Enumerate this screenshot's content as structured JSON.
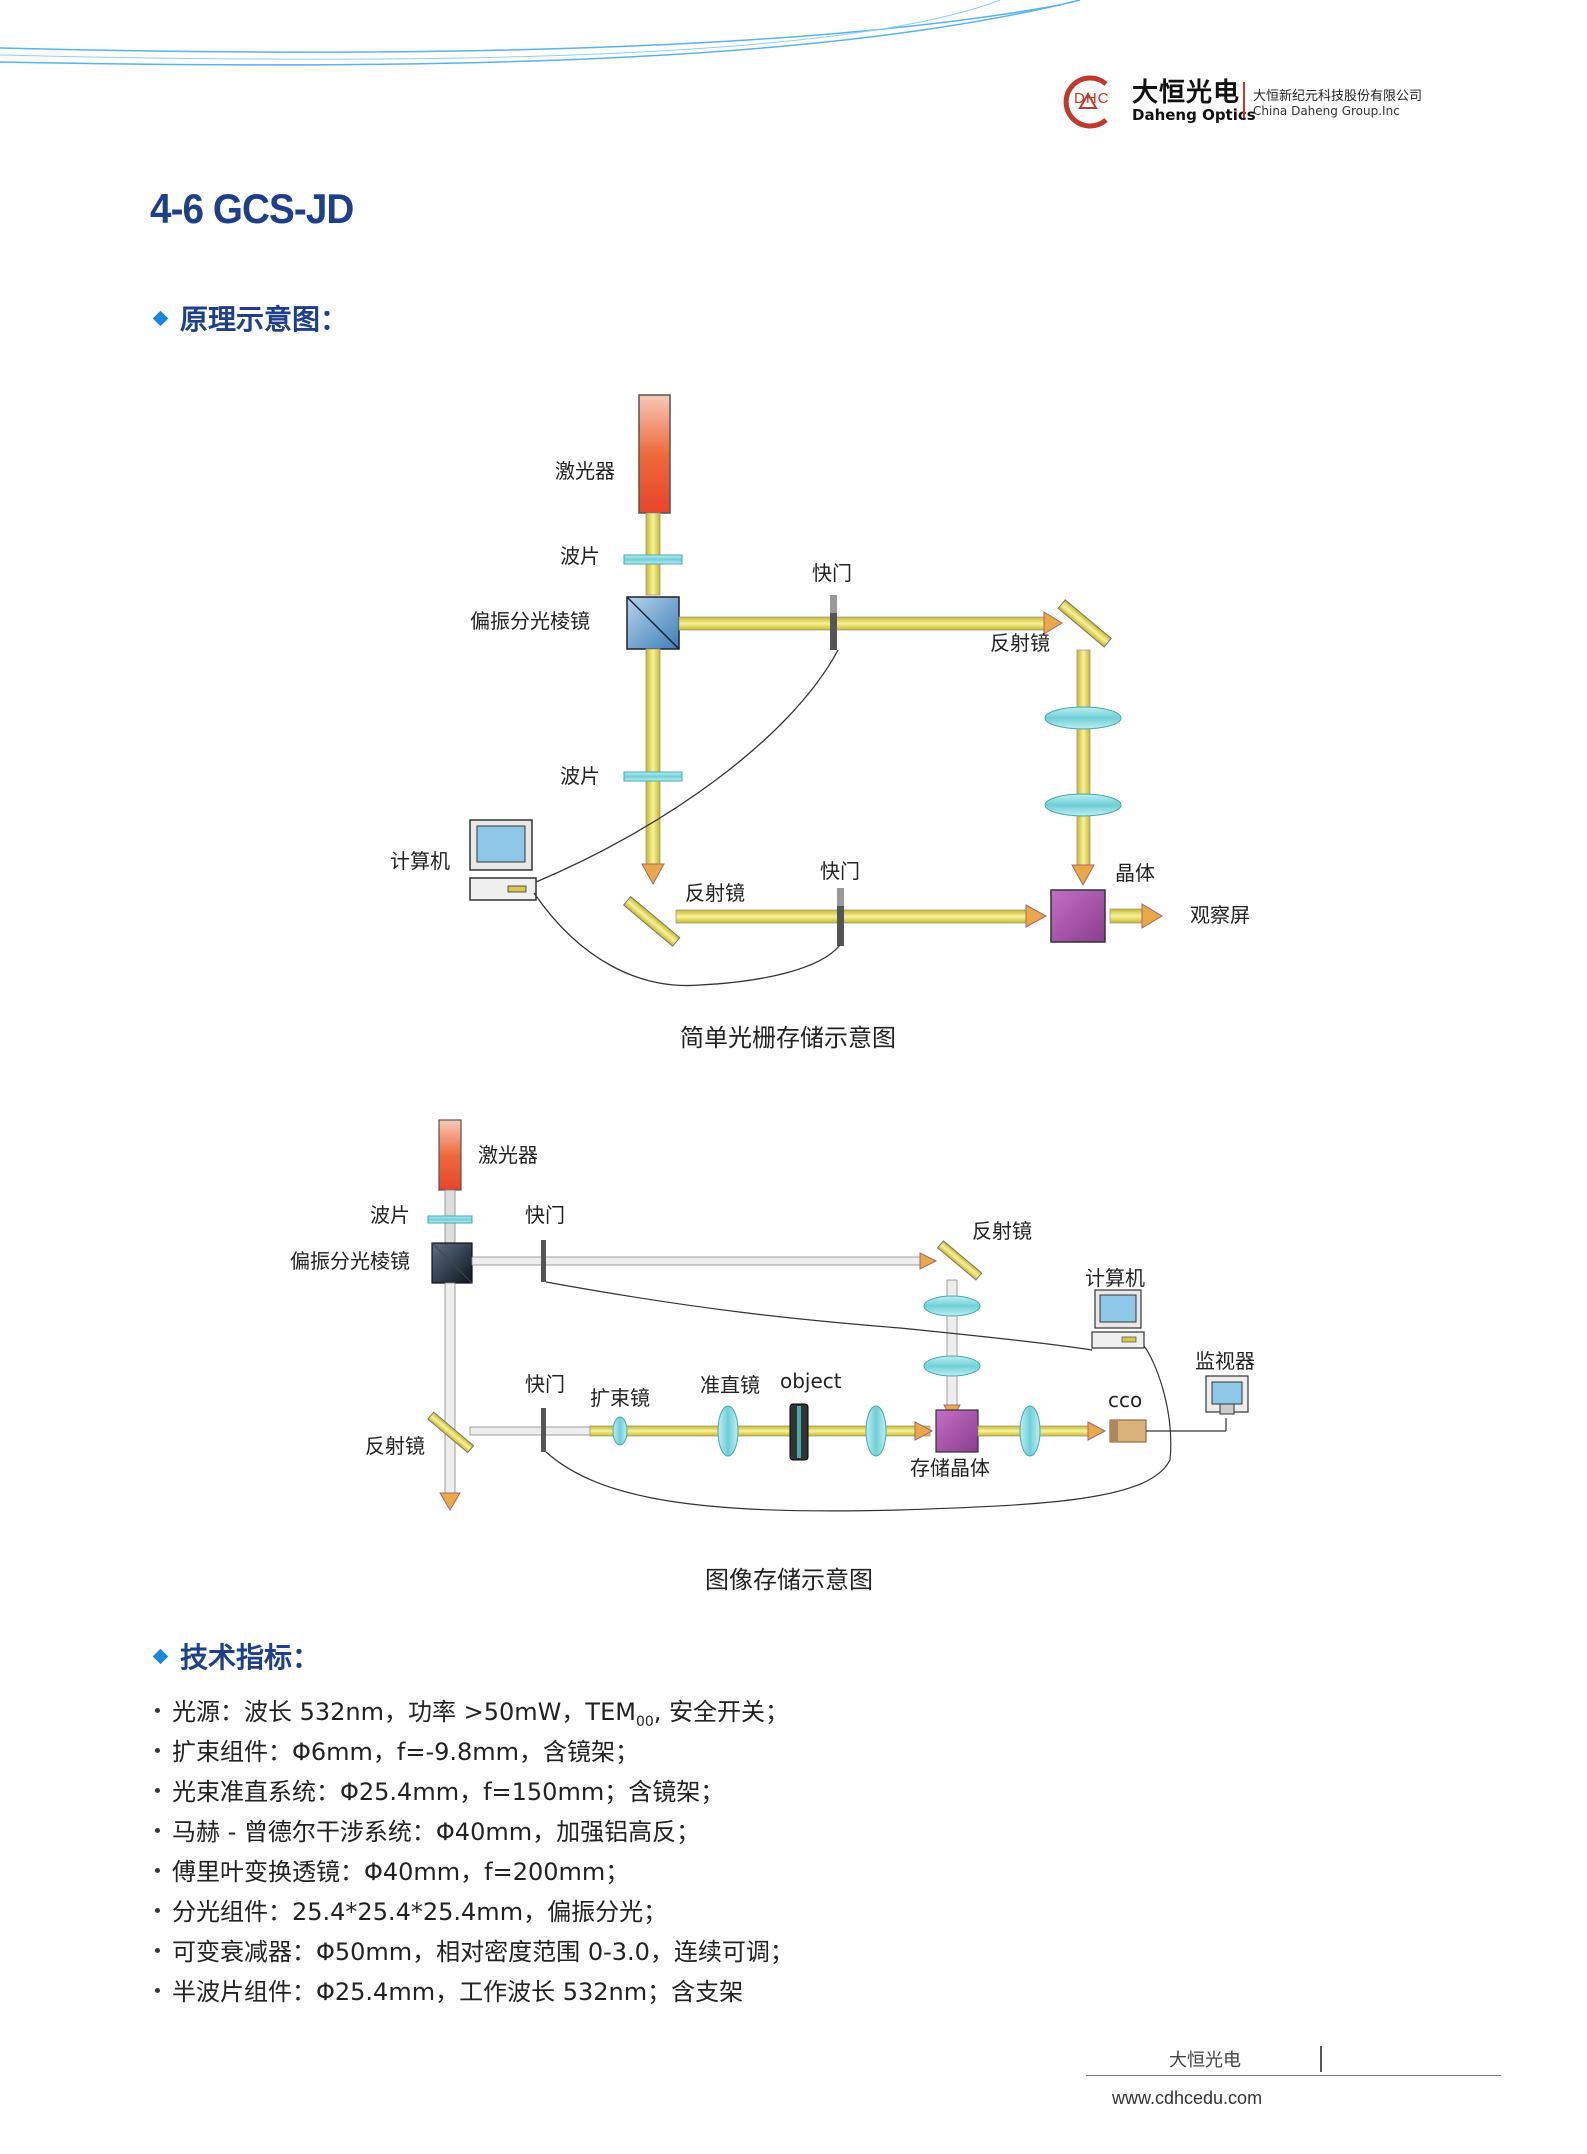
{
  "header": {
    "logo_mark": "DHC",
    "brand_cn": "大恒光电",
    "brand_en": "Daheng Optics",
    "company_cn": "大恒新纪元科技股份有限公司",
    "company_en": "China Daheng Group.Inc"
  },
  "title": "4-6 GCS-JD",
  "section_schematic": "原理示意图：",
  "diagram1": {
    "caption": "简单光栅存储示意图",
    "labels": {
      "laser": "激光器",
      "waveplate_top": "波片",
      "pbs": "偏振分光棱镜",
      "shutter_top": "快门",
      "mirror_top": "反射镜",
      "waveplate_mid": "波片",
      "computer": "计算机",
      "mirror_bottom": "反射镜",
      "shutter_bottom": "快门",
      "crystal": "晶体",
      "screen": "观察屏"
    }
  },
  "diagram2": {
    "caption": "图像存储示意图",
    "labels": {
      "laser": "激光器",
      "waveplate": "波片",
      "shutter_top": "快门",
      "pbs": "偏振分光棱镜",
      "mirror_top": "反射镜",
      "computer": "计算机",
      "monitor": "监视器",
      "shutter_bottom": "快门",
      "expander": "扩束镜",
      "collimator": "准直镜",
      "object": "object",
      "ccd": "cco",
      "mirror_bottom": "反射镜",
      "storage_crystal": "存储晶体"
    }
  },
  "section_specs": "技术指标：",
  "specs": [
    {
      "pre": "光源：波长 532nm，功率 >50mW，TEM",
      "sub": "00",
      "post": ", 安全开关；"
    },
    {
      "pre": "扩束组件：Φ6mm，f=-9.8mm，含镜架；",
      "sub": "",
      "post": ""
    },
    {
      "pre": "光束准直系统：Φ25.4mm，f=150mm；含镜架；",
      "sub": "",
      "post": ""
    },
    {
      "pre": "马赫 - 曾德尔干涉系统：Φ40mm，加强铝高反；",
      "sub": "",
      "post": ""
    },
    {
      "pre": "傅里叶变换透镜：Φ40mm，f=200mm；",
      "sub": "",
      "post": ""
    },
    {
      "pre": "分光组件：25.4*25.4*25.4mm，偏振分光；",
      "sub": "",
      "post": ""
    },
    {
      "pre": "可变衰减器：Φ50mm，相对密度范围 0-3.0，连续可调；",
      "sub": "",
      "post": ""
    },
    {
      "pre": "半波片组件：Φ25.4mm，工作波长 532nm；含支架",
      "sub": "",
      "post": ""
    }
  ],
  "footer": {
    "brand": "大恒光电",
    "url": "www.cdhcedu.com"
  },
  "colors": {
    "title_blue": "#1e3f8a",
    "bullet_blue": "#1e88d8",
    "beam_yellow": "#e8e060",
    "crystal_purple": "#9b4fa0",
    "lens_cyan": "#6fcfd8",
    "laser_red": "#e8442a"
  }
}
